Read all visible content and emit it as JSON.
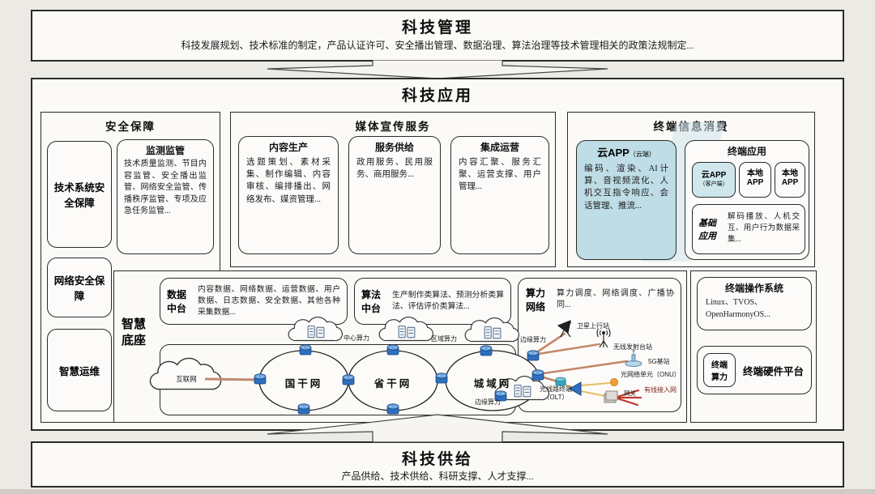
{
  "management": {
    "title": "科技管理",
    "desc": "科技发展规划、技术标准的制定，产品认证许可、安全播出管理、数据治理、算法治理等技术管理相关的政策法规制定..."
  },
  "application": {
    "title": "科技应用",
    "security": {
      "title": "安全保障",
      "items": [
        "技术系统安全保障",
        "网络安全保障",
        "智慧运维"
      ],
      "monitor": {
        "title": "监测监管",
        "desc": "技术质量监测、节目内容监管、安全播出监管、网络安全监管、传播秩序监管、专项及应急任务监管..."
      }
    },
    "media": {
      "title": "媒体宣传服务",
      "cards": [
        {
          "title": "内容生产",
          "desc": "选题策划、素材采集、制作编辑、内容审核、编排播出、网络发布、媒资管理..."
        },
        {
          "title": "服务供给",
          "desc": "政用服务、民用服务、商用服务..."
        },
        {
          "title": "集成运营",
          "desc": "内容汇聚、服务汇聚、运营支撑、用户管理..."
        }
      ]
    },
    "terminal": {
      "title": "终端信息消费",
      "cloud_app": {
        "title": "云APP",
        "tag": "（云端）",
        "desc": "编码、渲染、AI计算、音视频流化、人机交互指令响应、会话管理、推流..."
      },
      "apps": {
        "title": "终端应用",
        "chips": [
          {
            "line1": "云APP",
            "line2": "（客户端）"
          },
          {
            "line1": "本地",
            "line2": "APP"
          },
          {
            "line1": "本地",
            "line2": "APP"
          }
        ],
        "basic": {
          "title": "基础应用",
          "desc": "解码播放、人机交互、用户行为数据采集..."
        }
      }
    },
    "base": {
      "title": "智慧底座",
      "data_platform": {
        "title": "数据中台",
        "desc": "内容数据、网络数据、运营数据、用户数据、日志数据、安全数据、其他各种采集数据..."
      },
      "algo_platform": {
        "title": "算法中台",
        "desc": "生产制作类算法、预测分析类算法、评估评价类算法..."
      },
      "power_network": {
        "title": "算力网络",
        "desc": "算力调度、网络调度、广播协同..."
      },
      "network": {
        "internet": "互联网",
        "rings": [
          "国干网",
          "省干网",
          "城域网"
        ],
        "cloud_labels": {
          "center": "中心算力",
          "region": "区域算力",
          "edge_top": "边缘算力",
          "edge_bottom": "边缘算力"
        },
        "access": {
          "satellite": "卫星上行站",
          "wireless": "无线发射台站",
          "g5": "5G基站",
          "onu": "光网络单元（ONU）",
          "olt": "光线路终端\n（OLT）",
          "gateway": "网关",
          "wired": "有线接入网"
        }
      }
    },
    "terminal_os": {
      "title": "终端操作系统",
      "desc": "Linux、TVOS、OpenHarmonyOS..."
    },
    "terminal_hw": {
      "title": "终端硬件平台",
      "chip": "终端算力"
    }
  },
  "supply": {
    "title": "科技供给",
    "desc": "产品供给、技术供给、科研支撑、人才支撑..."
  }
}
